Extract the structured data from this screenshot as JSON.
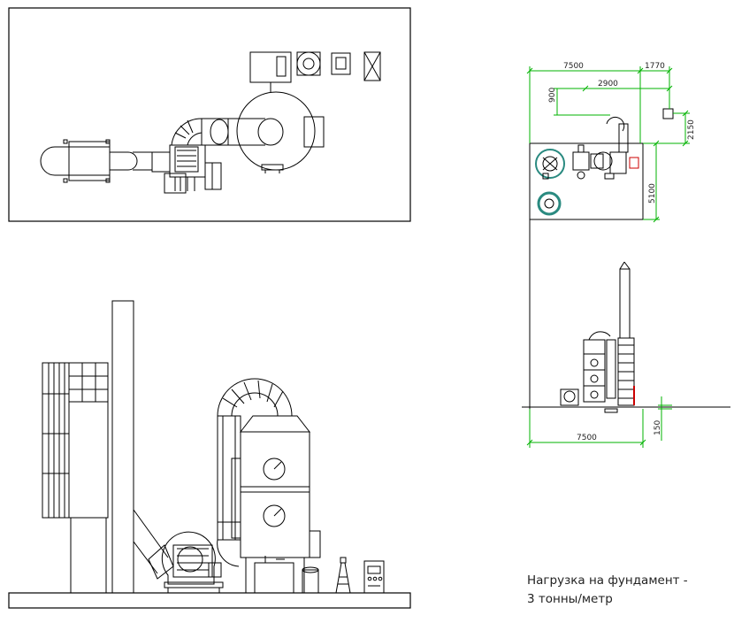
{
  "dimensions": {
    "width_top": "7500",
    "offset_right": "1770",
    "offset_900": "900",
    "offset_2900": "2900",
    "height_2150": "2150",
    "height_5100": "5100",
    "width_bottom": "7500",
    "foundation_150": "150"
  },
  "note": {
    "line1": "Нагрузка на фундамент -",
    "line2": "3 тонны/метр"
  },
  "colors": {
    "line": "#000000",
    "dimension": "#00b300",
    "accent": "#cc0000",
    "teal": "#2a8a80"
  }
}
